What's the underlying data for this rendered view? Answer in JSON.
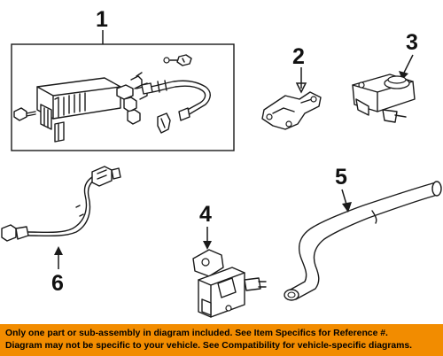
{
  "diagram": {
    "callouts": [
      "1",
      "2",
      "3",
      "4",
      "5",
      "6"
    ],
    "parts": [
      {
        "callout": "1",
        "name": "charcoal-canister-assembly"
      },
      {
        "callout": "2",
        "name": "bracket"
      },
      {
        "callout": "3",
        "name": "purge-valve"
      },
      {
        "callout": "4",
        "name": "vacuum-switching-valve"
      },
      {
        "callout": "5",
        "name": "hose"
      },
      {
        "callout": "6",
        "name": "oxygen-sensor"
      }
    ]
  },
  "banner": {
    "line1": "Only one part or sub-assembly in diagram included. See Item Specifics for Reference #.",
    "line2": "Diagram may not be specific to your vehicle. See Compatibility for vehicle-specific diagrams.",
    "background": "#f28c00"
  }
}
